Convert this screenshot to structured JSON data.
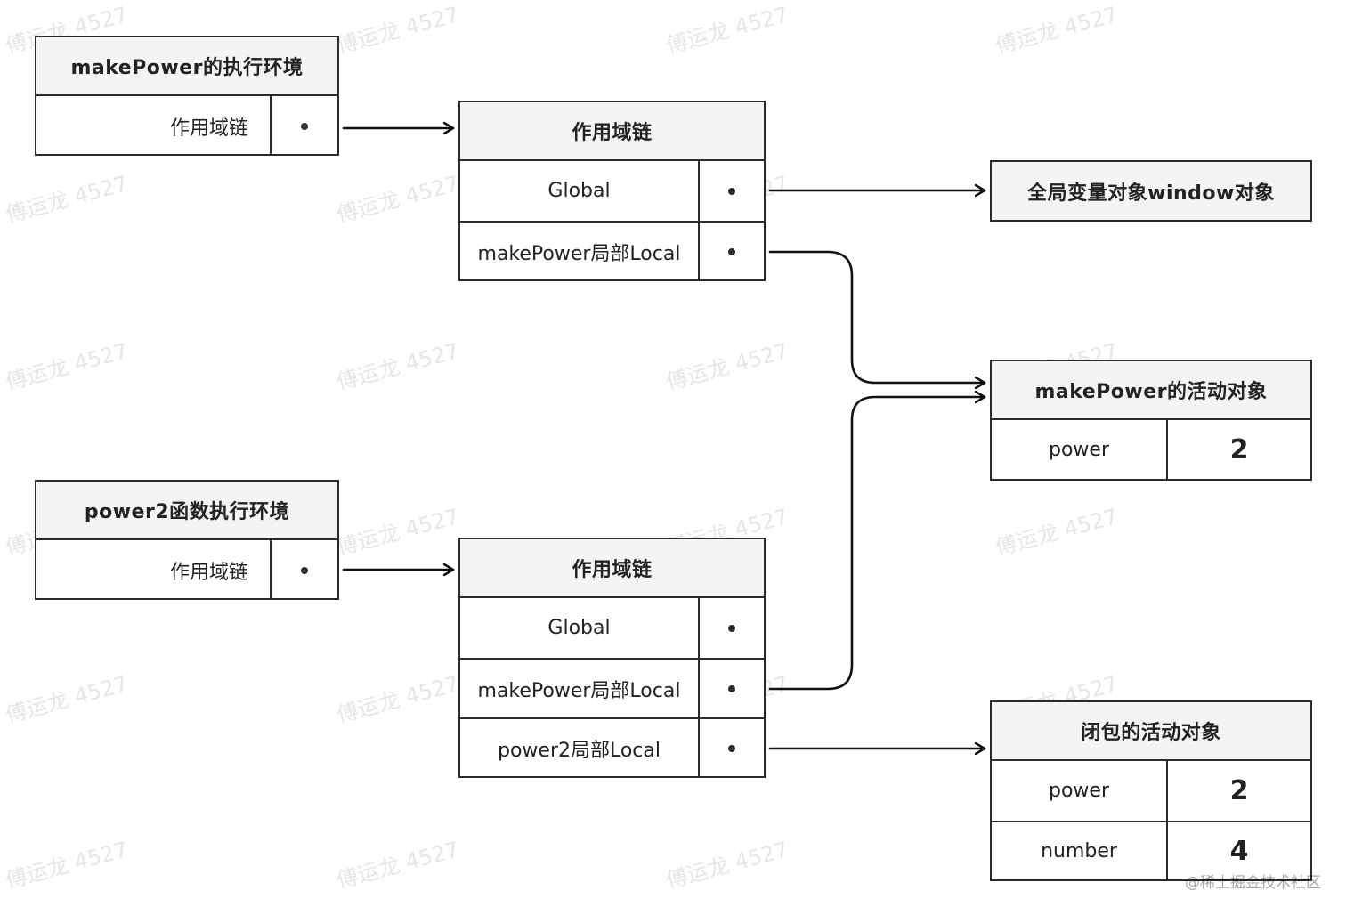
{
  "watermark": "傅运龙 4527",
  "footer_credit": "@稀土掘金技术社区",
  "contexts": {
    "makepower_exec": {
      "title": "makePower的执行环境",
      "scope_label": "作用域链"
    },
    "power2_exec": {
      "title": "power2函数执行环境",
      "scope_label": "作用域链"
    }
  },
  "scope_chains": {
    "first": {
      "title": "作用域链",
      "entries": [
        "Global",
        "makePower局部Local"
      ]
    },
    "second": {
      "title": "作用域链",
      "entries": [
        "Global",
        "makePower局部Local",
        "power2局部Local"
      ]
    }
  },
  "objects": {
    "global_window": {
      "title": "全局变量对象window对象"
    },
    "makepower_activation": {
      "title": "makePower的活动对象",
      "rows": [
        {
          "name": "power",
          "value": "2"
        }
      ]
    },
    "closure_activation": {
      "title": "闭包的活动对象",
      "rows": [
        {
          "name": "power",
          "value": "2"
        },
        {
          "name": "number",
          "value": "4"
        }
      ]
    }
  }
}
